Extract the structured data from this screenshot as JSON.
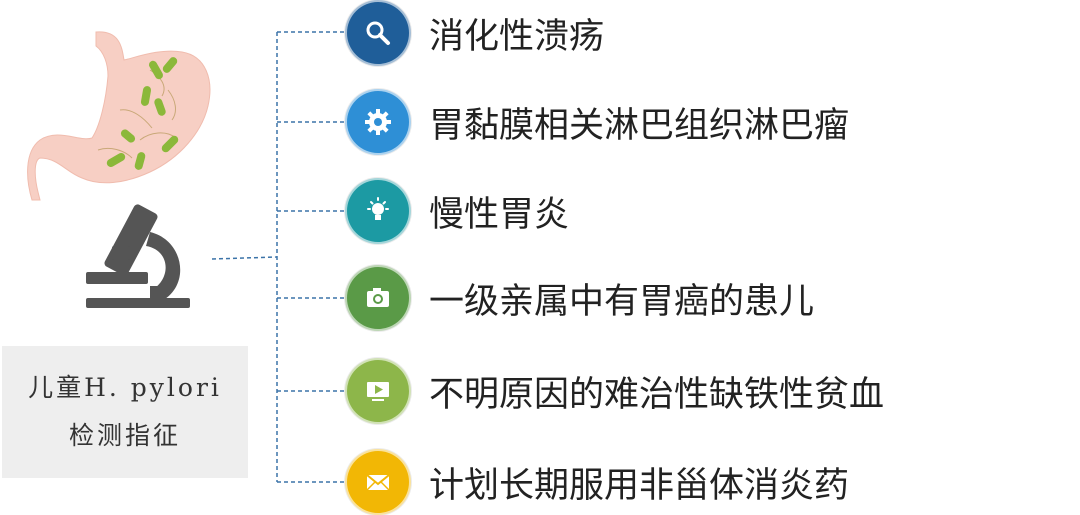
{
  "caption": {
    "line1": "儿童H. pylori",
    "line2": "检测指征"
  },
  "items": [
    {
      "label": "消化性溃疡",
      "icon": "search-icon",
      "color": "#1f5e99"
    },
    {
      "label": "胃黏膜相关淋巴组织淋巴瘤",
      "icon": "gear-icon",
      "color": "#2e8fd6"
    },
    {
      "label": "慢性胃炎",
      "icon": "lightbulb-icon",
      "color": "#1c9aa3"
    },
    {
      "label": "一级亲属中有胃癌的患儿",
      "icon": "camera-icon",
      "color": "#5a9a47"
    },
    {
      "label": "不明原因的难治性缺铁性贫血",
      "icon": "play-screen-icon",
      "color": "#8db64a"
    },
    {
      "label": "计划长期服用非甾体消炎药",
      "icon": "envelope-icon",
      "color": "#f2b705"
    }
  ],
  "colors": {
    "connector": "#3b73a8",
    "stomach": "#f7cfc4",
    "bacteria": "#8bb83a",
    "microscope": "#555555"
  }
}
